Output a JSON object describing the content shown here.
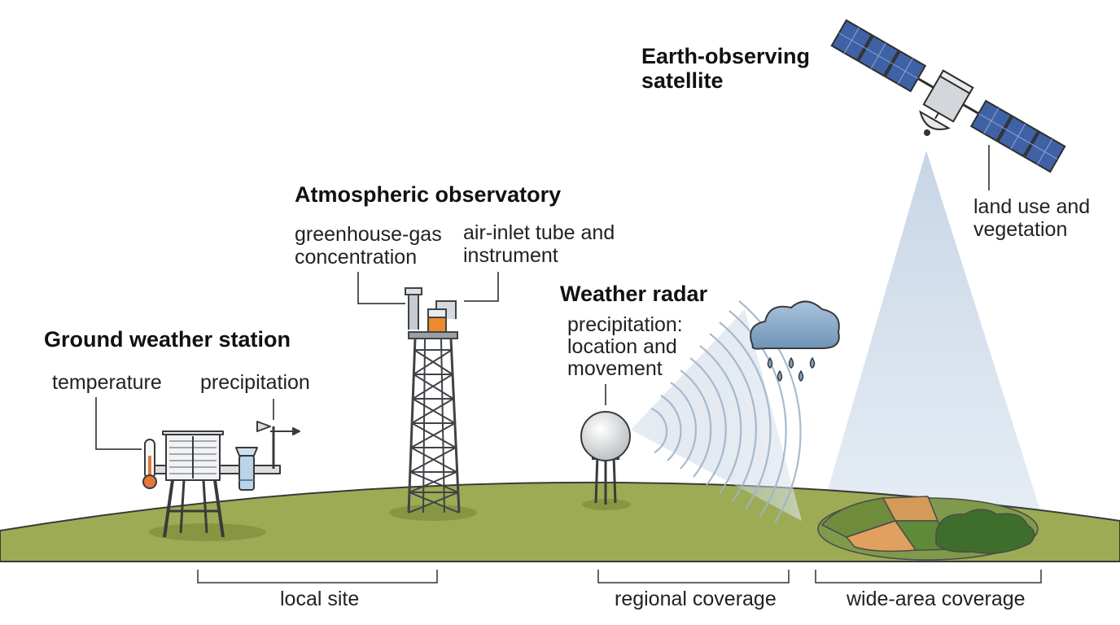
{
  "ground_station": {
    "title": "Ground weather station",
    "label_temperature": "temperature",
    "label_precipitation": "precipitation"
  },
  "observatory": {
    "title": "Atmospheric observatory",
    "label_gas": "greenhouse-gas\nconcentration",
    "label_inlet": "air-inlet tube and\ninstrument"
  },
  "radar": {
    "title": "Weather radar",
    "label": "precipitation:\nlocation and\nmovement"
  },
  "satellite": {
    "title": "Earth-observing\nsatellite",
    "label": "land use and\nvegetation"
  },
  "coverage": {
    "local": "local site",
    "regional": "regional coverage",
    "wide": "wide-area coverage"
  },
  "colors": {
    "ground": "#9dab55",
    "ground_dark": "#7f8f3e",
    "steel": "#6a6e73",
    "instrument_orange": "#ef8a2c",
    "solar_panel": "#3f62a6",
    "beam": "#c9d7e6",
    "cloud": "#8fb0cc"
  }
}
